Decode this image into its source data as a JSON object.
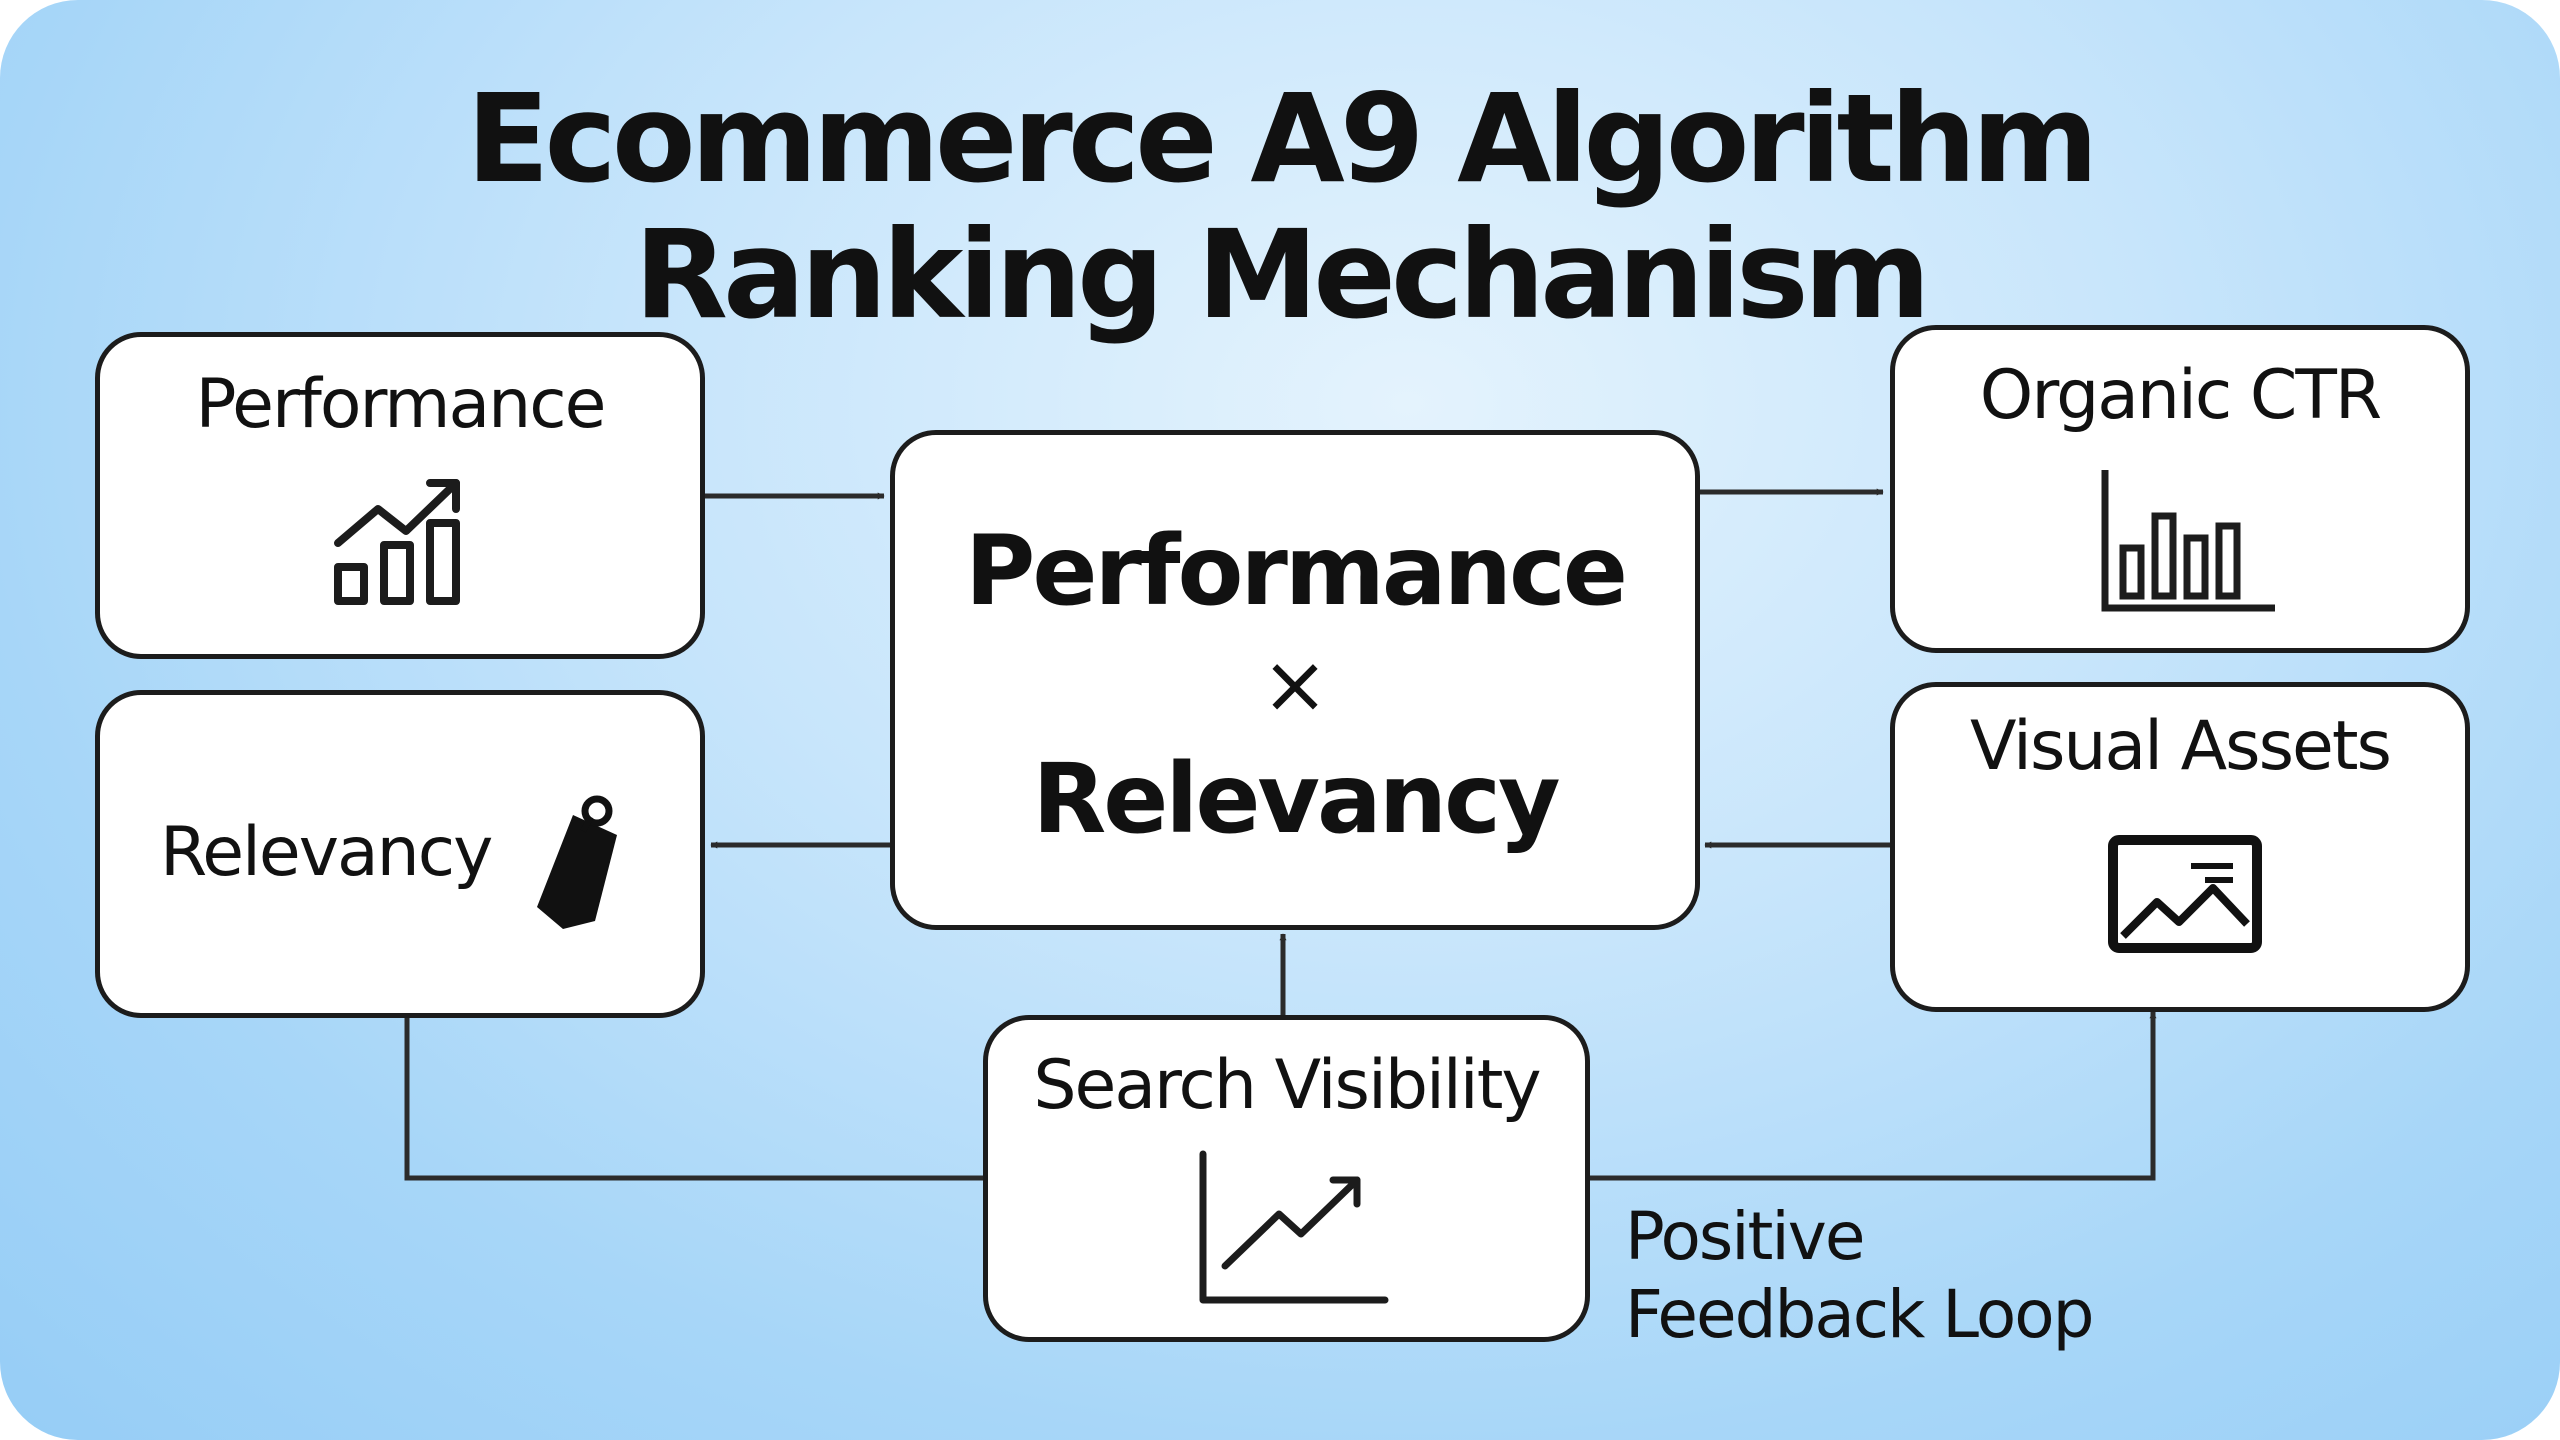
{
  "title": {
    "line1": "Ecommerce A9 Algorithm",
    "line2": "Ranking Mechanism"
  },
  "nodes": {
    "performance": {
      "label": "Performance",
      "icon": "trending-chart-icon"
    },
    "relevancy": {
      "label": "Relevancy",
      "icon": "price-tag-icon"
    },
    "center": {
      "top": "Performance",
      "operator": "×",
      "bottom": "Relevancy"
    },
    "organic_ctr": {
      "label": "Organic CTR",
      "icon": "bar-chart-icon"
    },
    "visual_assets": {
      "label": "Visual Assets",
      "icon": "image-icon"
    },
    "search_visibility": {
      "label": "Search Visibility",
      "icon": "line-chart-icon"
    }
  },
  "loop_label": {
    "line1": "Positive",
    "line2": "Feedback Loop"
  },
  "colors": {
    "stroke": "#1c1c1c",
    "box_fill": "#ffffff",
    "bg_light": "#e4f3fd",
    "bg_dark": "#96cdf6"
  }
}
